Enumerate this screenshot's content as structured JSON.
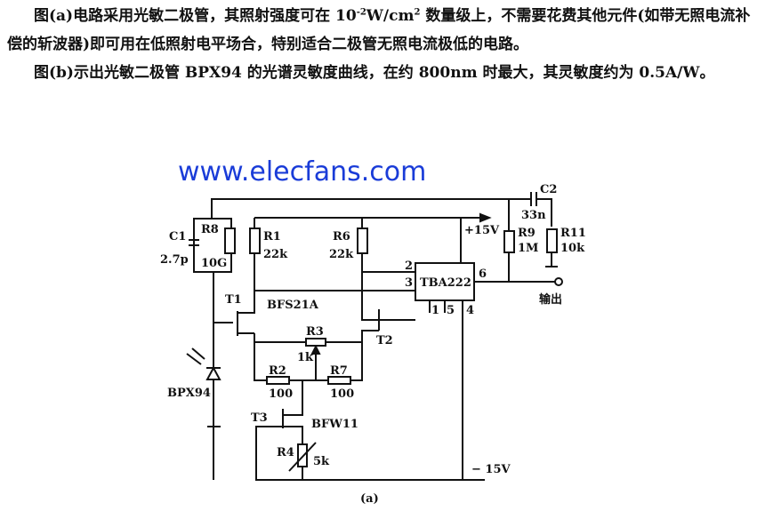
{
  "paragraph1": {
    "before_exp": "图(a)电路采用光敏二极管，其照射强度可在 10",
    "exponent": "-2",
    "mid": "W/cm",
    "exponent2": "2",
    "after": " 数量级上，不需要花费其他元件(如带无照电流补偿的斩波器)即可用在低照射电平场合，特别适合二极管无照电流极低的电路。"
  },
  "paragraph2": "图(b)示出光敏二极管 BPX94 的光谱灵敏度曲线，在约 800nm 时最大，其灵敏度约为 0.5A/W。",
  "circuit": {
    "C1": "C1",
    "C1_value": "2.7p",
    "R8": "R8",
    "R8_value": "10G",
    "R1": "R1",
    "R1_value": "22k",
    "R6": "R6",
    "R6_value": "22k",
    "supply_pos": "+15V",
    "supply_neg": "− 15V",
    "C2": "C2",
    "C2_value": "33n",
    "R9": "R9",
    "R9_value": "1M",
    "R11": "R11",
    "R11_value": "10k",
    "ic": "TBA222",
    "pin2": "2",
    "pin3": "3",
    "pin6": "6",
    "pin1": "1",
    "pin5": "5",
    "pin4": "4",
    "output": "输出",
    "T1": "T1",
    "T1_part": "BFS21A",
    "T2": "T2",
    "R3": "R3",
    "R3_value": "1k",
    "R2": "R2",
    "R2_value": "100",
    "R7": "R7",
    "R7_value": "100",
    "T3": "T3",
    "T3_part": "BFW11",
    "R4": "R4",
    "R4_value": "5k",
    "diode": "BPX94",
    "caption": "(a)"
  },
  "watermark": "www.elecfans.com"
}
